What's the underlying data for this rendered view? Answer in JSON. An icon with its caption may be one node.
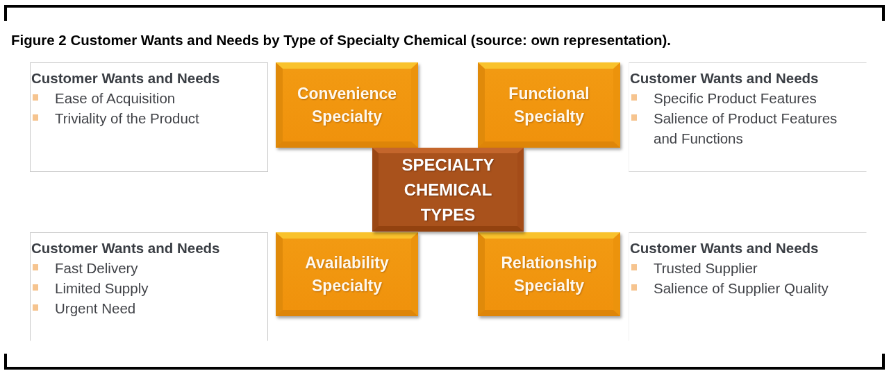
{
  "diagram": {
    "caption": "Figure 2 Customer Wants and Needs by Type of Specialty Chemical (source: own representation).",
    "nodes": [
      {
        "text": [
          "Customer Wants and Needs",
          "Ease of Acquisition",
          "Triviality of the Product"
        ]
      },
      {
        "text": [
          "Convenience Specialty"
        ]
      },
      {
        "text": [
          "Functional Specialty"
        ]
      },
      {
        "text": [
          "Customer Wants and Needs",
          "Specific Product Features",
          "Salience of Product Features and Functions"
        ]
      },
      {
        "text": [
          "SPECIALTY CHEMICAL TYPES"
        ]
      },
      {
        "text": [
          "Customer Wants and Needs",
          "Fast Delivery",
          "Limited Supply",
          "Urgent Need"
        ]
      },
      {
        "text": [
          "Availability Specialty"
        ]
      },
      {
        "text": [
          "Relationship Specialty"
        ]
      },
      {
        "text": [
          "Customer Wants and Needs",
          "Trusted Supplier",
          "Salience of Supplier Quality"
        ]
      }
    ]
  }
}
